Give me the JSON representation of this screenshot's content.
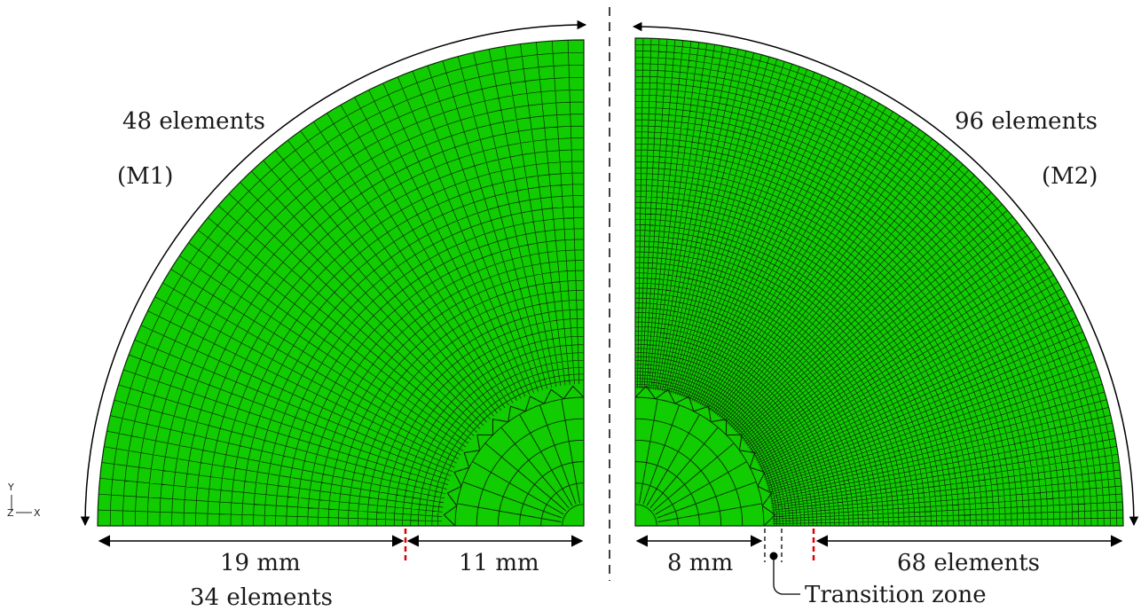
{
  "colors": {
    "mesh_fill": "#11cc00",
    "mesh_line": "#0b2a08",
    "dim_line": "#000000",
    "interface_mark": "#e00000",
    "background": "#ffffff"
  },
  "left_mesh": {
    "tag": "(M1)",
    "arc_label": "48 elements",
    "dim_outer": "19 mm",
    "dim_outer_elements": "34 elements",
    "dim_inner": "11 mm",
    "arc_elements": 48,
    "radial_elements": 34
  },
  "right_mesh": {
    "tag": "(M2)",
    "arc_label": "96 elements",
    "dim_inner": "8 mm",
    "dim_outer_elements": "68 elements",
    "transition_label": "Transition zone",
    "arc_elements": 96,
    "radial_elements": 68
  },
  "triad": {
    "y": "Y",
    "z": "Z",
    "x": "X"
  }
}
